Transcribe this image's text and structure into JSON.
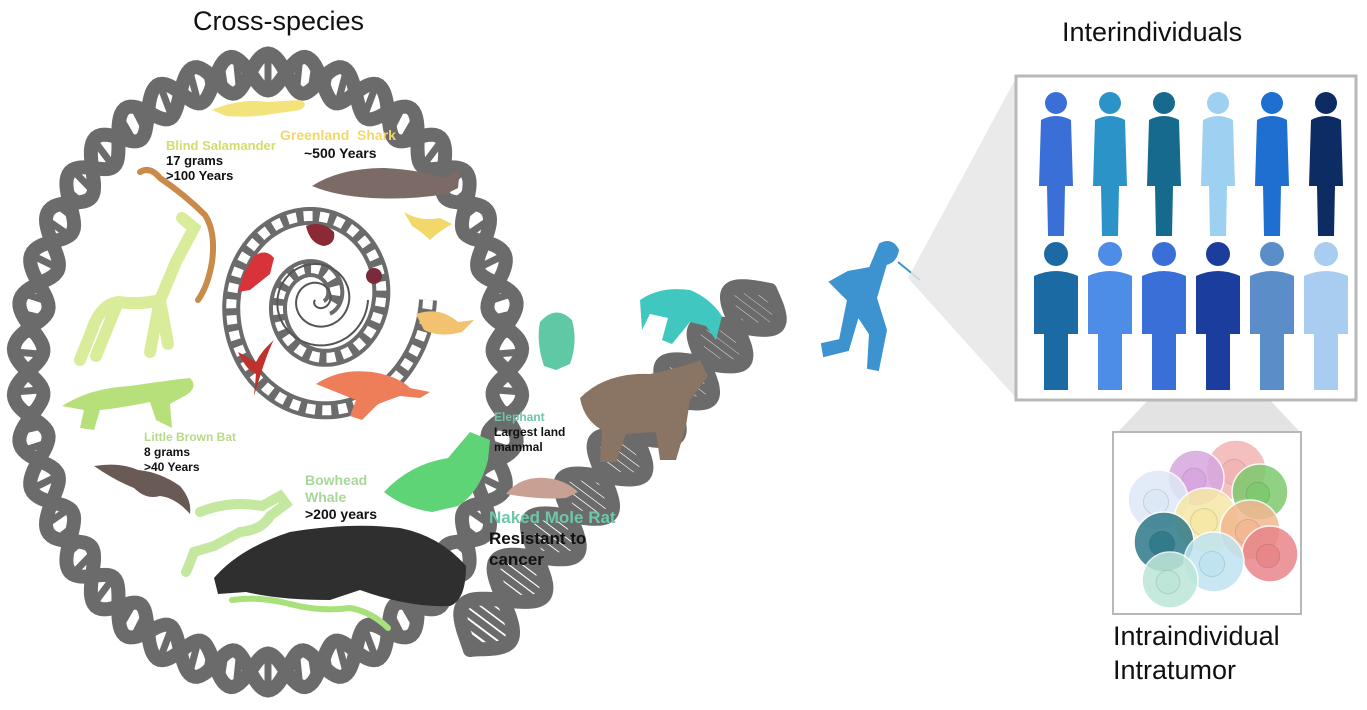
{
  "titles": {
    "cross_species": "Cross-species",
    "interindividuals": "Interindividuals",
    "intraindividual": "Intraindividual",
    "intratumor": "Intratumor"
  },
  "species": {
    "blind_salamander": {
      "name": "Blind Salamander",
      "line1": "17 grams",
      "line2": ">100 Years"
    },
    "greenland_shark": {
      "name": "Greenland  Shark",
      "line1": "~500 Years"
    },
    "little_brown_bat": {
      "name": "Little Brown Bat",
      "line1": "8 grams",
      "line2": ">40 Years"
    },
    "bowhead_whale": {
      "name1": "Bowhead",
      "name2": "Whale",
      "line1": ">200 years"
    },
    "elephant": {
      "name": "Elephant",
      "line1": "Largest land",
      "line2": "mammal"
    },
    "naked_mole_rat": {
      "name": "Naked Mole Rat",
      "line1": "Resistant to",
      "line2": "cancer"
    }
  },
  "colors": {
    "dna": "#6b6b6b",
    "salamander_label": "#d4dc6a",
    "shark_label": "#f2d86a",
    "bat_label": "#b9d98a",
    "whale_label": "#a9d79a",
    "elephant_label": "#6cc8a8",
    "molerat_label": "#6cc8a8",
    "panel_border": "#b8b8b8"
  }
}
